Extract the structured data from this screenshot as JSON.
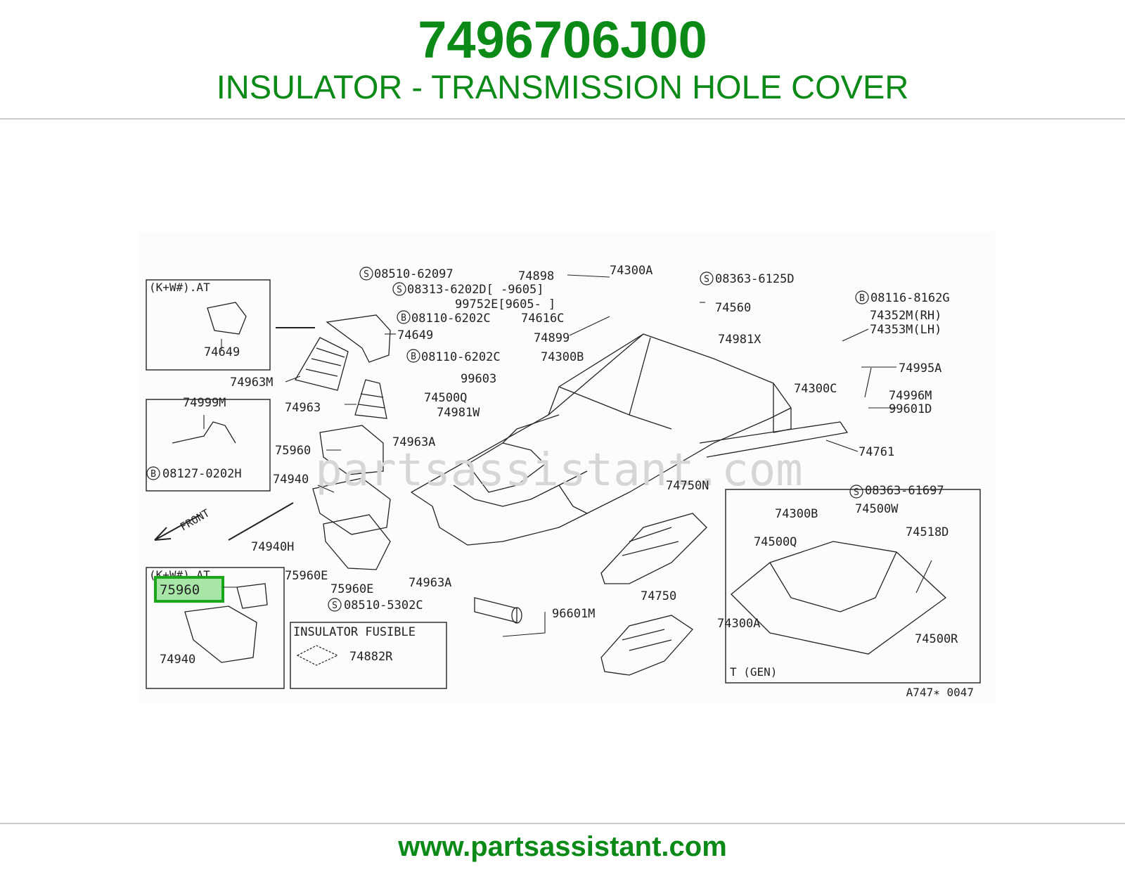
{
  "header": {
    "part_number": "7496706J00",
    "description": "INSULATOR - TRANSMISSION HOLE COVER"
  },
  "footer": {
    "url": "www.partsassistant.com"
  },
  "diagram": {
    "watermark": "partsassistant.com",
    "code": "A747∗ 0047",
    "front_label": "FRONT",
    "highlighted_callout": "75960",
    "inset_labels": {
      "kwat_top": "(K+W#).AT",
      "kwat_bottom": "(K+W#).AT",
      "fusible": "INSULATOR FUSIBLE",
      "tgen": "T (GEN)"
    },
    "fastener_badges": {
      "screw": "S",
      "bolt": "B"
    },
    "callouts": [
      "74649",
      "74649",
      "08510-62097",
      "08313-6202D[  -9605]",
      "99752E[9605-  ]",
      "08110-6202C",
      "08110-6202C",
      "74963M",
      "74963",
      "74999M",
      "08127-0202H",
      "74898",
      "74300A",
      "08363-6125D",
      "74560",
      "74616C",
      "74899",
      "74300B",
      "74981X",
      "08116-8162G",
      "74352M(RH)",
      "74353M(LH)",
      "74995A",
      "74996M",
      "99601D",
      "74300C",
      "99603",
      "74500Q",
      "74981W",
      "75960",
      "74963A",
      "74761",
      "74940",
      "74750N",
      "08363-61697",
      "74300B",
      "74500W",
      "74518D",
      "74500Q",
      "74940H",
      "75960E",
      "75960E",
      "74963A",
      "08510-5302C",
      "96601M",
      "74750",
      "74300A",
      "74500R",
      "74940",
      "74882R"
    ]
  }
}
